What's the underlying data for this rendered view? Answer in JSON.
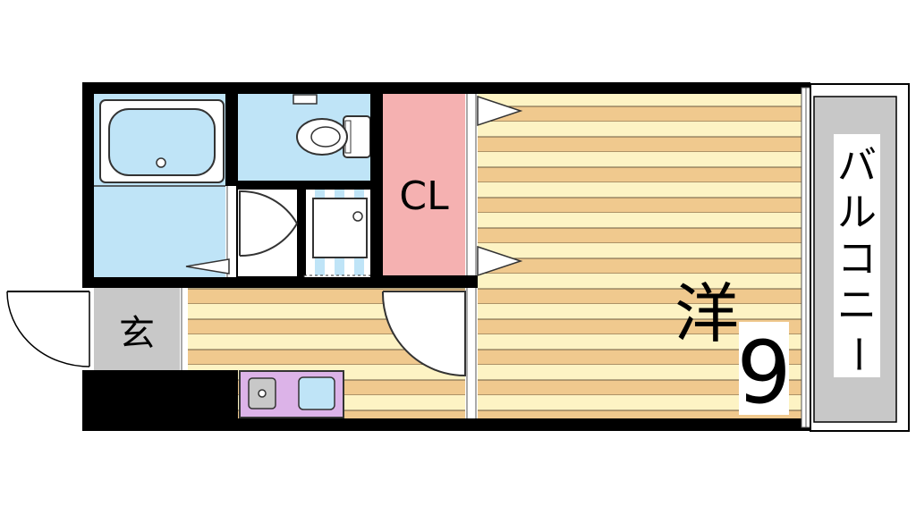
{
  "labels": {
    "closet": "CL",
    "entrance": "玄",
    "western_room": "洋",
    "room_size": "9",
    "balcony": [
      "バ",
      "ル",
      "コ",
      "ニ",
      "ー"
    ]
  },
  "colors": {
    "wall": "#000000",
    "floor_light": "#fdf3c4",
    "floor_dark": "#f0c98e",
    "bath_blue": "#bfe4f7",
    "closet_pink": "#f5b1b1",
    "entrance_gray": "#c8c8c8",
    "balcony_gray": "#c8c8c8",
    "kitchen_purple": "#dcb3e8"
  },
  "icons": [
    "bathtub-icon",
    "toilet-icon",
    "washbasin-icon",
    "stove-icon",
    "sink-icon"
  ]
}
